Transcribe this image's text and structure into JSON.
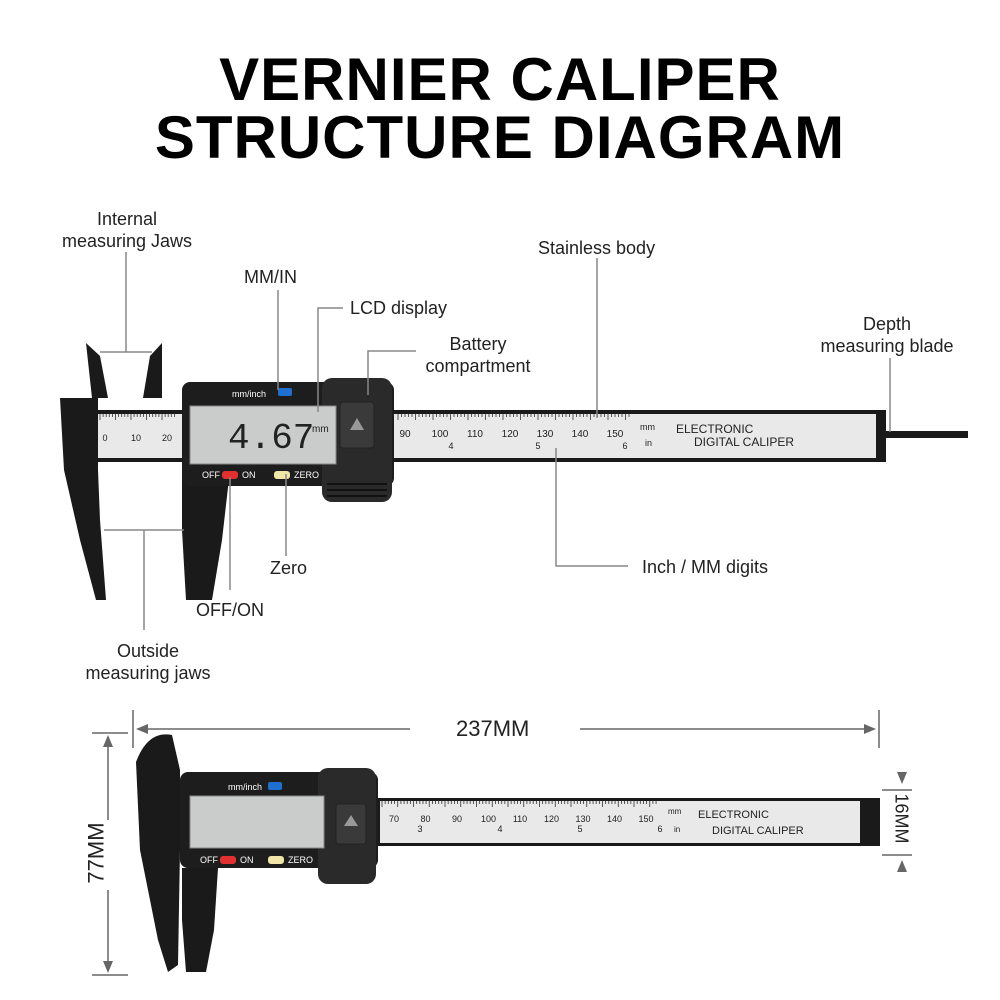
{
  "title": {
    "line1": "VERNIER CALIPER",
    "line2": "STRUCTURE DIAGRAM"
  },
  "callouts": {
    "internal_jaws_1": "Internal",
    "internal_jaws_2": "measuring Jaws",
    "mm_in": "MM/IN",
    "lcd_display": "LCD display",
    "battery_1": "Battery",
    "battery_2": "compartment",
    "stainless_body": "Stainless body",
    "depth_blade_1": "Depth",
    "depth_blade_2": "measuring blade",
    "zero": "Zero",
    "off_on": "OFF/ON",
    "inch_mm_digits": "Inch / MM digits",
    "outside_jaws_1": "Outside",
    "outside_jaws_2": "measuring jaws"
  },
  "device": {
    "unit_button_label": "mm/inch",
    "reading": "4.67",
    "reading_unit": "mm",
    "off_label": "OFF",
    "on_label": "ON",
    "zero_label": "ZERO",
    "brand_line1": "ELECTRONIC",
    "brand_line2": "DIGITAL CALIPER",
    "scale_mm_unit": "mm",
    "scale_in_unit": "in",
    "top_scale_left": [
      "0",
      "10",
      "20"
    ],
    "top_scale_right": [
      "90",
      "100",
      "110",
      "120",
      "130",
      "140",
      "150"
    ],
    "top_inch_marks": [
      "4",
      "5",
      "6"
    ],
    "bottom_scale": [
      "70",
      "80",
      "90",
      "100",
      "110",
      "120",
      "130",
      "140",
      "150"
    ],
    "bottom_inch_marks": [
      "3",
      "4",
      "5",
      "6"
    ]
  },
  "dimensions": {
    "length": "237MM",
    "height": "77MM",
    "width": "16MM"
  },
  "colors": {
    "body": "#1a1a1a",
    "scale": "#e8e8e8",
    "lcd": "#c9ccca",
    "button_blue": "#1f6fd1",
    "button_red": "#e23030",
    "button_yellow": "#f0e6a8",
    "leader": "#888888"
  }
}
